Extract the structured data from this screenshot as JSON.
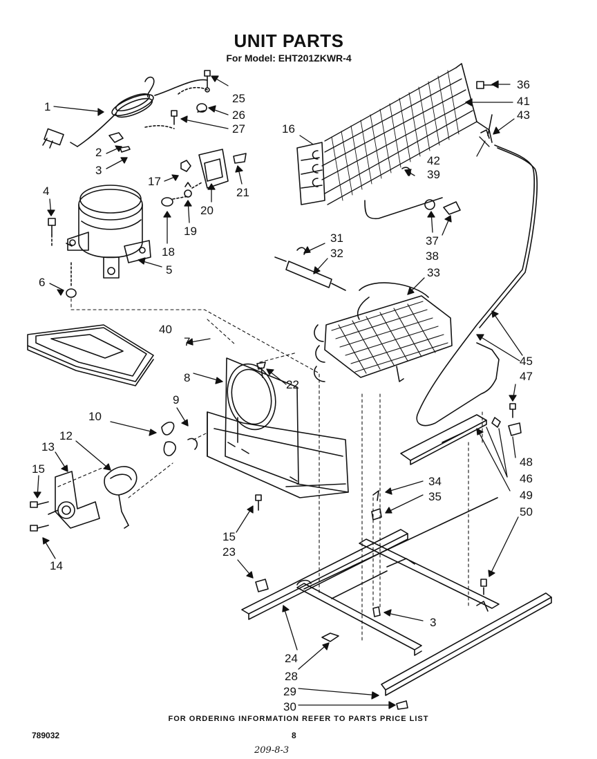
{
  "header": {
    "title": "UNIT PARTS",
    "model_line": "For Model: EHT201ZKWR-4"
  },
  "footer": {
    "ordering_note": "FOR ORDERING INFORMATION REFER TO PARTS PRICE LIST",
    "document_number": "789032",
    "page_number": "8",
    "handwritten_note": "209-8-3"
  },
  "callouts": [
    "1",
    "2",
    "3",
    "4",
    "5",
    "6",
    "7",
    "8",
    "9",
    "10",
    "12",
    "13",
    "14",
    "15",
    "16",
    "17",
    "18",
    "19",
    "20",
    "21",
    "22",
    "23",
    "24",
    "25",
    "26",
    "27",
    "28",
    "29",
    "30",
    "31",
    "32",
    "33",
    "34",
    "35",
    "36",
    "37",
    "38",
    "39",
    "40",
    "41",
    "42",
    "43",
    "45",
    "46",
    "47",
    "48",
    "49",
    "50"
  ],
  "callout_labels": {
    "c1": "1",
    "c2": "2",
    "c3a": "3",
    "c3b": "3",
    "c4": "4",
    "c5": "5",
    "c6": "6",
    "c7": "7",
    "c8": "8",
    "c9": "9",
    "c10": "10",
    "c12": "12",
    "c13": "13",
    "c14": "14",
    "c15a": "15",
    "c15b": "15",
    "c16": "16",
    "c17": "17",
    "c18": "18",
    "c19": "19",
    "c20": "20",
    "c21": "21",
    "c22": "22",
    "c23": "23",
    "c24": "24",
    "c25": "25",
    "c26": "26",
    "c27": "27",
    "c28": "28",
    "c29": "29",
    "c30": "30",
    "c31": "31",
    "c32": "32",
    "c33": "33",
    "c34": "34",
    "c35": "35",
    "c36": "36",
    "c37": "37",
    "c38": "38",
    "c39": "39",
    "c40": "40",
    "c41": "41",
    "c42": "42",
    "c43": "43",
    "c45": "45",
    "c46": "46",
    "c47": "47",
    "c48": "48",
    "c49": "49",
    "c50": "50"
  }
}
